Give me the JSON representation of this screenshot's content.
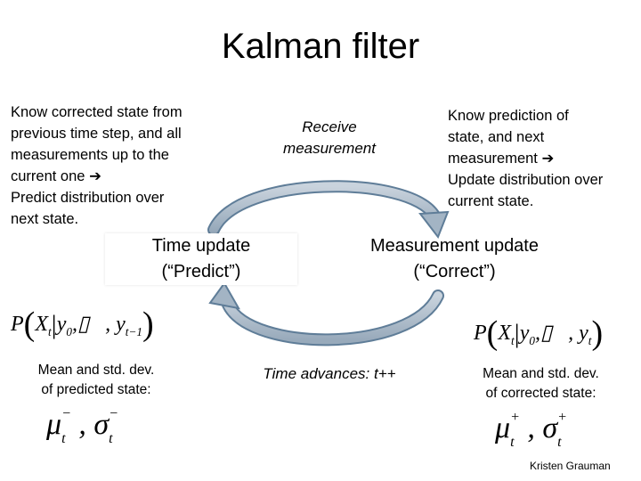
{
  "title": "Kalman filter",
  "left_note": [
    "Know corrected state from",
    "previous time step, and all",
    "measurements up to the",
    "current one",
    "Predict distribution over",
    "next state."
  ],
  "receive_label": [
    "Receive",
    "measurement"
  ],
  "right_note": [
    "Know prediction of",
    "state, and next",
    "measurement",
    "Update distribution over",
    "current state."
  ],
  "time_update": {
    "line1": "Time update",
    "line2": "(“Predict”)"
  },
  "measurement_update": {
    "line1": "Measurement update",
    "line2": "(“Correct”)"
  },
  "predicted_caption": [
    "Mean and std. dev.",
    "of predicted state:"
  ],
  "corrected_caption": [
    "Mean and std. dev.",
    "of corrected state:"
  ],
  "time_advances": "Time advances: t++",
  "credit": "Kristen Grauman",
  "colors": {
    "arrow_fill": "#aab9c8",
    "arrow_edge": "#5f7d98"
  }
}
